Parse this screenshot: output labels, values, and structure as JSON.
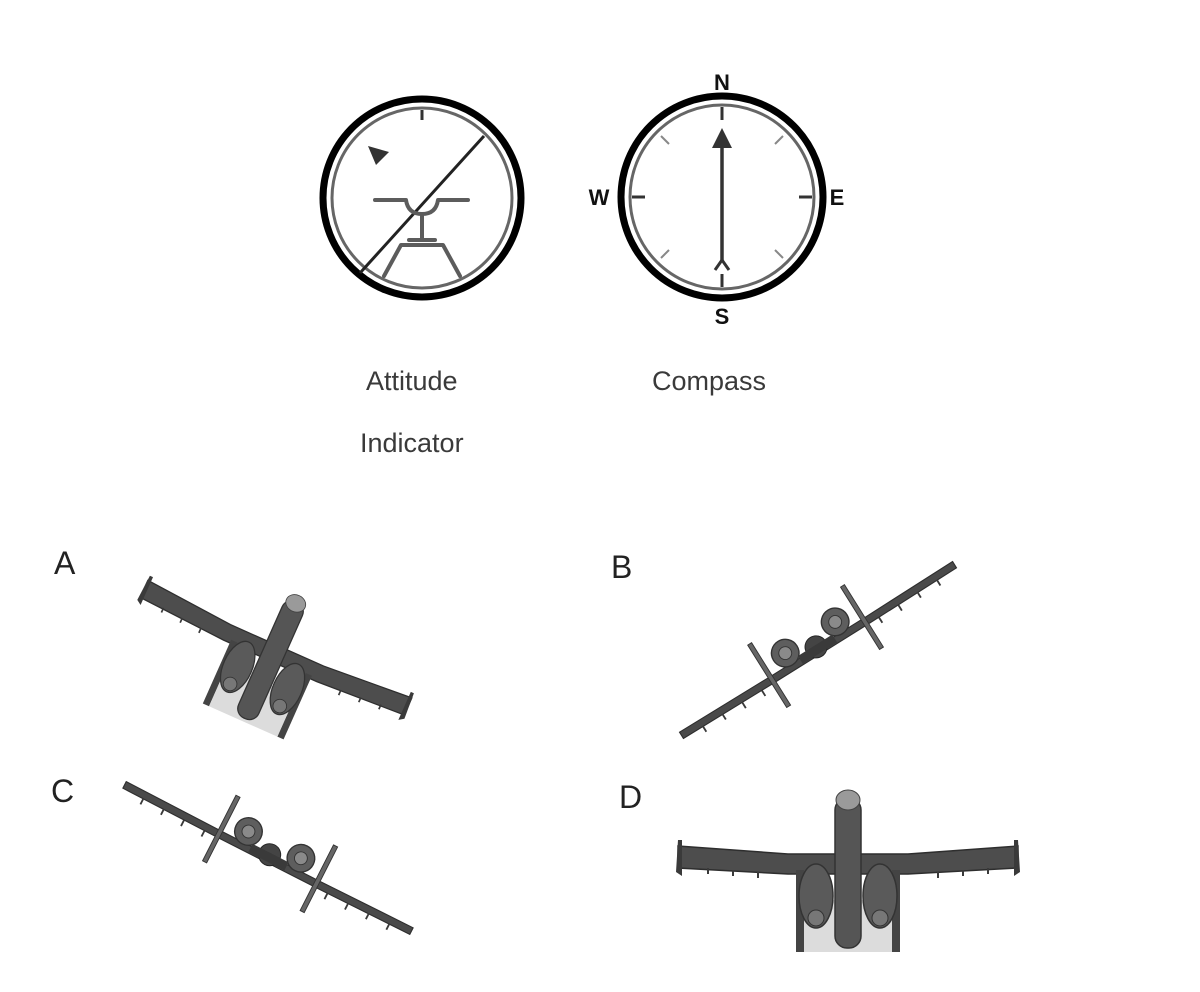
{
  "instruments": {
    "attitude": {
      "label_line1": "Attitude",
      "label_line2": "Indicator"
    },
    "compass": {
      "label": "Compass",
      "north": "N",
      "south": "S",
      "east": "E",
      "west": "W"
    }
  },
  "options": [
    {
      "letter": "A"
    },
    {
      "letter": "B"
    },
    {
      "letter": "C"
    },
    {
      "letter": "D"
    }
  ],
  "colors": {
    "ring": "#000000",
    "needle": "#333333",
    "airplane": "#505050",
    "airplane_dark": "#3a3a3a",
    "airplane_light": "#9a9a9a"
  }
}
